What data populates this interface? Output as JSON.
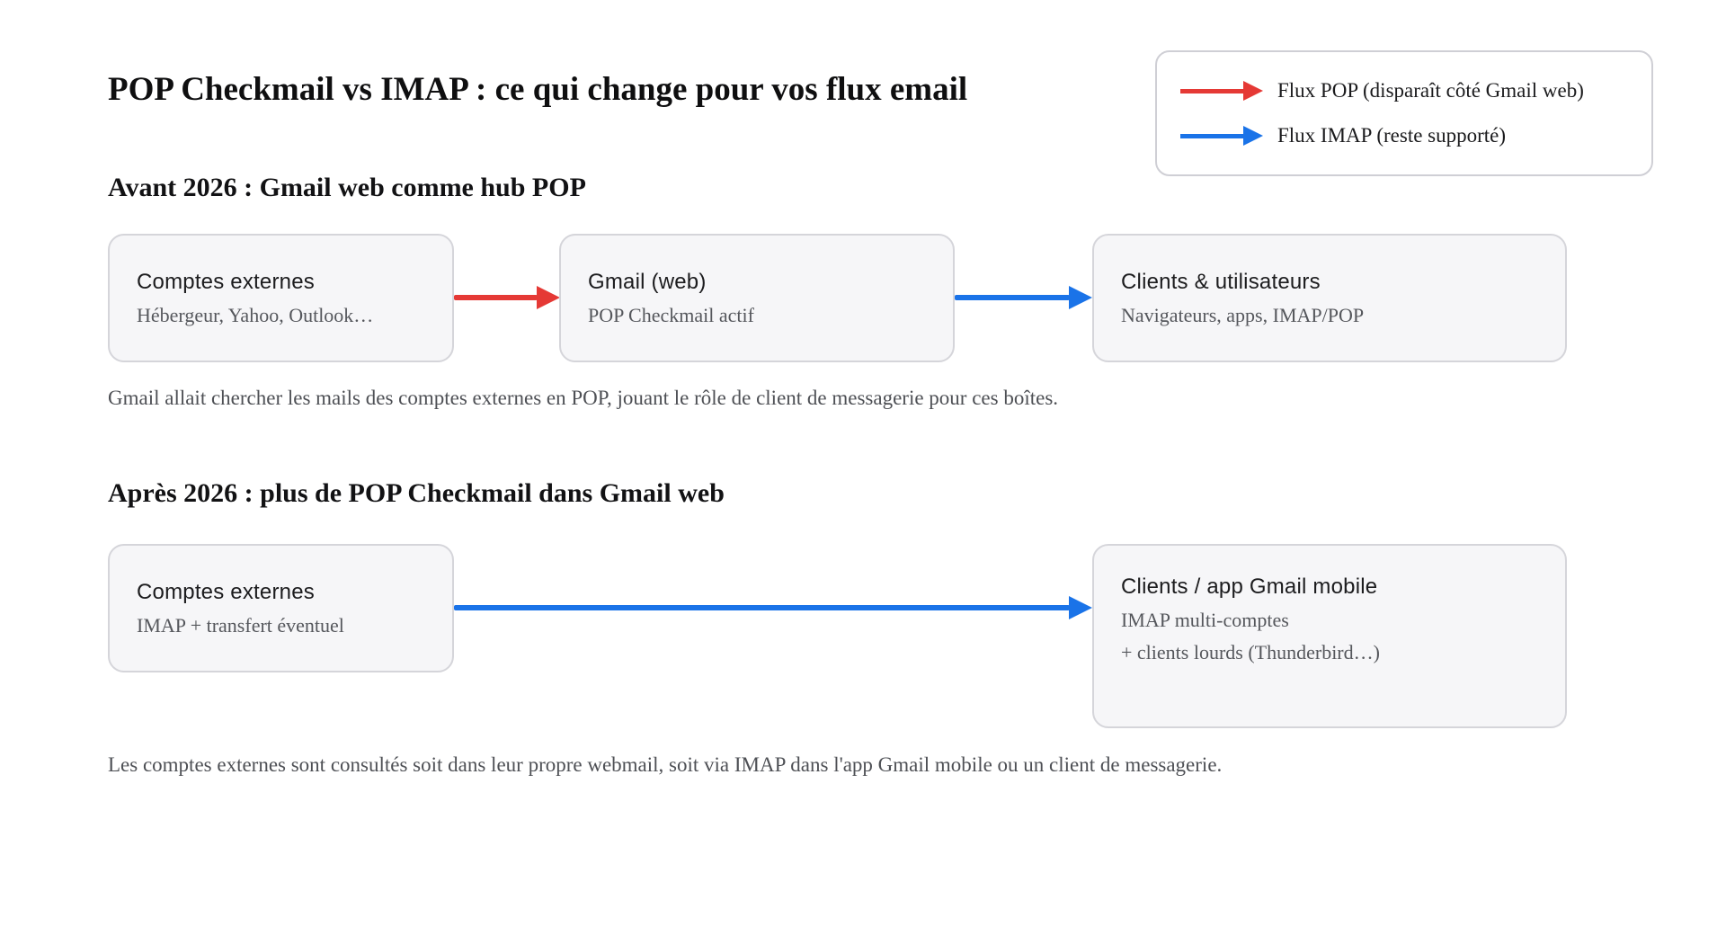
{
  "title": "POP Checkmail vs IMAP : ce qui change pour vos flux email",
  "colors": {
    "flux_pop_red": "#e53935",
    "flux_imap_blue": "#1a73e8",
    "node_fill": "#f6f6f8",
    "node_border": "#d5d5da"
  },
  "legend": {
    "items": [
      {
        "id": "flux-pop",
        "label": "Flux POP (disparaît côté Gmail web)",
        "arrow_color": "#e53935"
      },
      {
        "id": "flux-imap",
        "label": "Flux IMAP (reste supporté)",
        "arrow_color": "#1a73e8"
      }
    ]
  },
  "sections": [
    {
      "heading": "Avant 2026 : Gmail web comme hub POP",
      "nodes": [
        {
          "title": "Comptes externes",
          "lines": [
            "Hébergeur, Yahoo, Outlook…"
          ]
        },
        {
          "title": "Gmail (web)",
          "lines": [
            "POP Checkmail actif"
          ]
        },
        {
          "title": "Clients & utilisateurs",
          "lines": [
            "Navigateurs, apps, IMAP/POP"
          ]
        }
      ],
      "flows": [
        {
          "from": "Comptes externes",
          "to": "Gmail (web)",
          "type": "POP"
        },
        {
          "from": "Gmail (web)",
          "to": "Clients & utilisateurs",
          "type": "IMAP"
        }
      ],
      "caption": "Gmail allait chercher les mails des comptes externes en POP, jouant le rôle de client de messagerie pour ces boîtes."
    },
    {
      "heading": "Après 2026 : plus de POP Checkmail dans Gmail web",
      "nodes": [
        {
          "title": "Comptes externes",
          "lines": [
            "IMAP + transfert éventuel"
          ]
        },
        {
          "title": "Clients / app Gmail mobile",
          "lines": [
            "IMAP multi-comptes",
            "+ clients lourds (Thunderbird…)"
          ]
        }
      ],
      "flows": [
        {
          "from": "Comptes externes",
          "to": "Clients / app Gmail mobile",
          "type": "IMAP"
        }
      ],
      "caption": "Les comptes externes sont consultés soit dans leur propre webmail, soit via IMAP dans l'app Gmail mobile ou un client de messagerie."
    }
  ]
}
